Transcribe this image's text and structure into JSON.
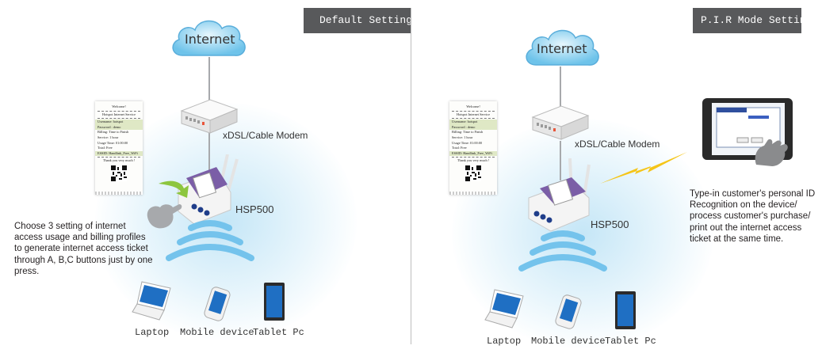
{
  "panels": [
    {
      "title": "Default Setting",
      "cloud_label": "Internet",
      "modem_label": "xDSL/Cable Modem",
      "printer_label": "HSP500",
      "description": "Choose 3 setting of internet access usage and billing profiles to  generate internet access ticket through A, B,C buttons just by one press.",
      "devices": [
        "Laptop",
        "Mobile device",
        "Tablet Pc"
      ]
    },
    {
      "title": "P.I.R Mode Setting",
      "cloud_label": "Internet",
      "modem_label": "xDSL/Cable Modem",
      "printer_label": "HSP500",
      "description": "Type-in customer's personal ID Recognition on the device/ process customer's purchase/ print out the internet access ticket at the same time.",
      "devices": [
        "Laptop",
        "Mobile device",
        "Tablet Pc"
      ]
    }
  ],
  "receipt": {
    "welcome": "Welcome!",
    "service": "Hotspot  Internet  Service",
    "lines": [
      "Username: hotspot",
      "Password : demo",
      "Billing: Time to Finish",
      "Service: 1 hour",
      "Usage Time: 01:00:00",
      "Total: Free",
      "ESSID: Handlink_Free_WiFi"
    ],
    "thanks": "Thank you very much  !"
  },
  "colors": {
    "tag_bg": "#58595b",
    "wifi": "#74c3ec",
    "cloud": "#8fd0f0",
    "printer_lid": "#7b5ea7",
    "arrow": "#8dc63f",
    "bolt": "#f5c518"
  }
}
